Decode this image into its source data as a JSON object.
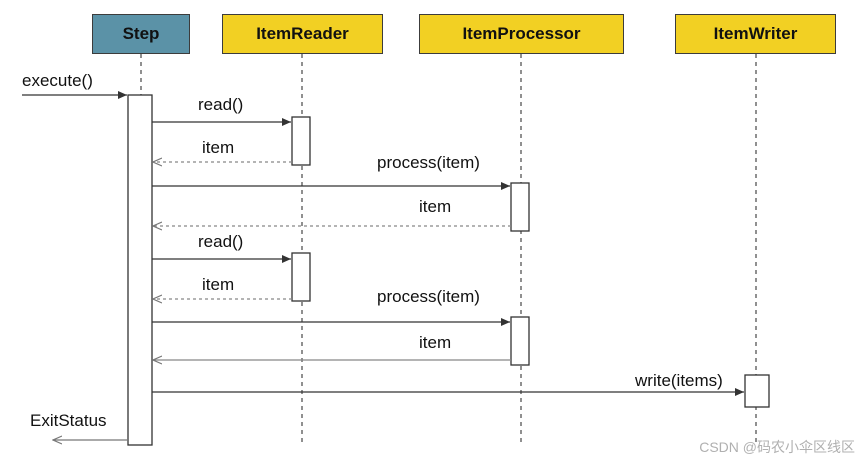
{
  "participants": {
    "step": "Step",
    "reader": "ItemReader",
    "processor": "ItemProcessor",
    "writer": "ItemWriter"
  },
  "messages": {
    "execute": "execute()",
    "read_1": "read()",
    "item_1": "item",
    "process_1": "process(item)",
    "item_2": "item",
    "read_2": "read()",
    "item_3": "item",
    "process_2": "process(item)",
    "item_4": "item",
    "write": "write(items)",
    "exit_status": "ExitStatus"
  },
  "watermark": "CSDN @码农小伞区线区",
  "colors": {
    "step_header": "#5b92a7",
    "component_header": "#f2d023",
    "line": "#333333"
  }
}
